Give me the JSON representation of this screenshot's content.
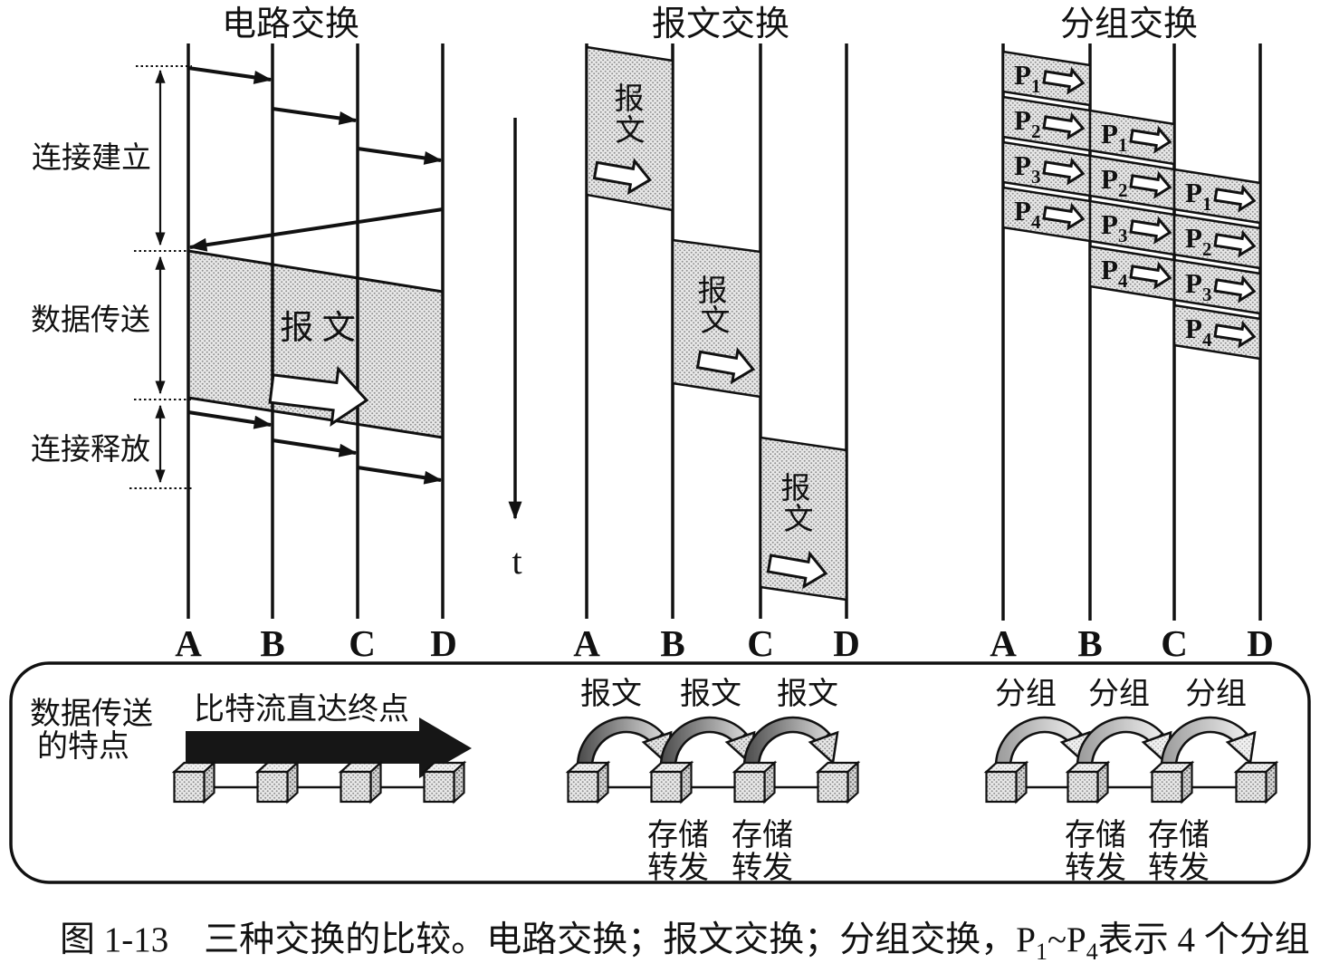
{
  "panels": {
    "circuit": {
      "title": "电路交换",
      "phase_labels": [
        "连接建立",
        "数据传送",
        "连接释放"
      ],
      "message_label": "报 文",
      "node_labels": [
        "A",
        "B",
        "C",
        "D"
      ]
    },
    "message": {
      "title": "报文交换",
      "time_axis_label": "t",
      "block_label_char1": "报",
      "block_label_char2": "文",
      "node_labels": [
        "A",
        "B",
        "C",
        "D"
      ]
    },
    "packet": {
      "title": "分组交换",
      "packet_base": "P",
      "packet_subscripts": [
        "1",
        "2",
        "3",
        "4"
      ],
      "node_labels": [
        "A",
        "B",
        "C",
        "D"
      ]
    }
  },
  "features_box": {
    "row_label_line1": "数据传送",
    "row_label_line2": "的特点",
    "circuit_feature": "比特流直达终点",
    "message_hop_labels": [
      "报文",
      "报文",
      "报文"
    ],
    "packet_hop_labels": [
      "分组",
      "分组",
      "分组"
    ],
    "store_forward_line1": "存储",
    "store_forward_line2": "转发"
  },
  "caption": {
    "prefix": "图 1-13　三种交换的比较。电路交换；报文交换；分组交换，P",
    "sub1": "1",
    "mid": "~P",
    "sub2": "4",
    "suffix": "表示 4 个分组"
  },
  "colors": {
    "ink": "#111111",
    "halftone_bg": "#e9e9e9",
    "halftone_dot": "#8f8f8f",
    "background": "#ffffff"
  }
}
